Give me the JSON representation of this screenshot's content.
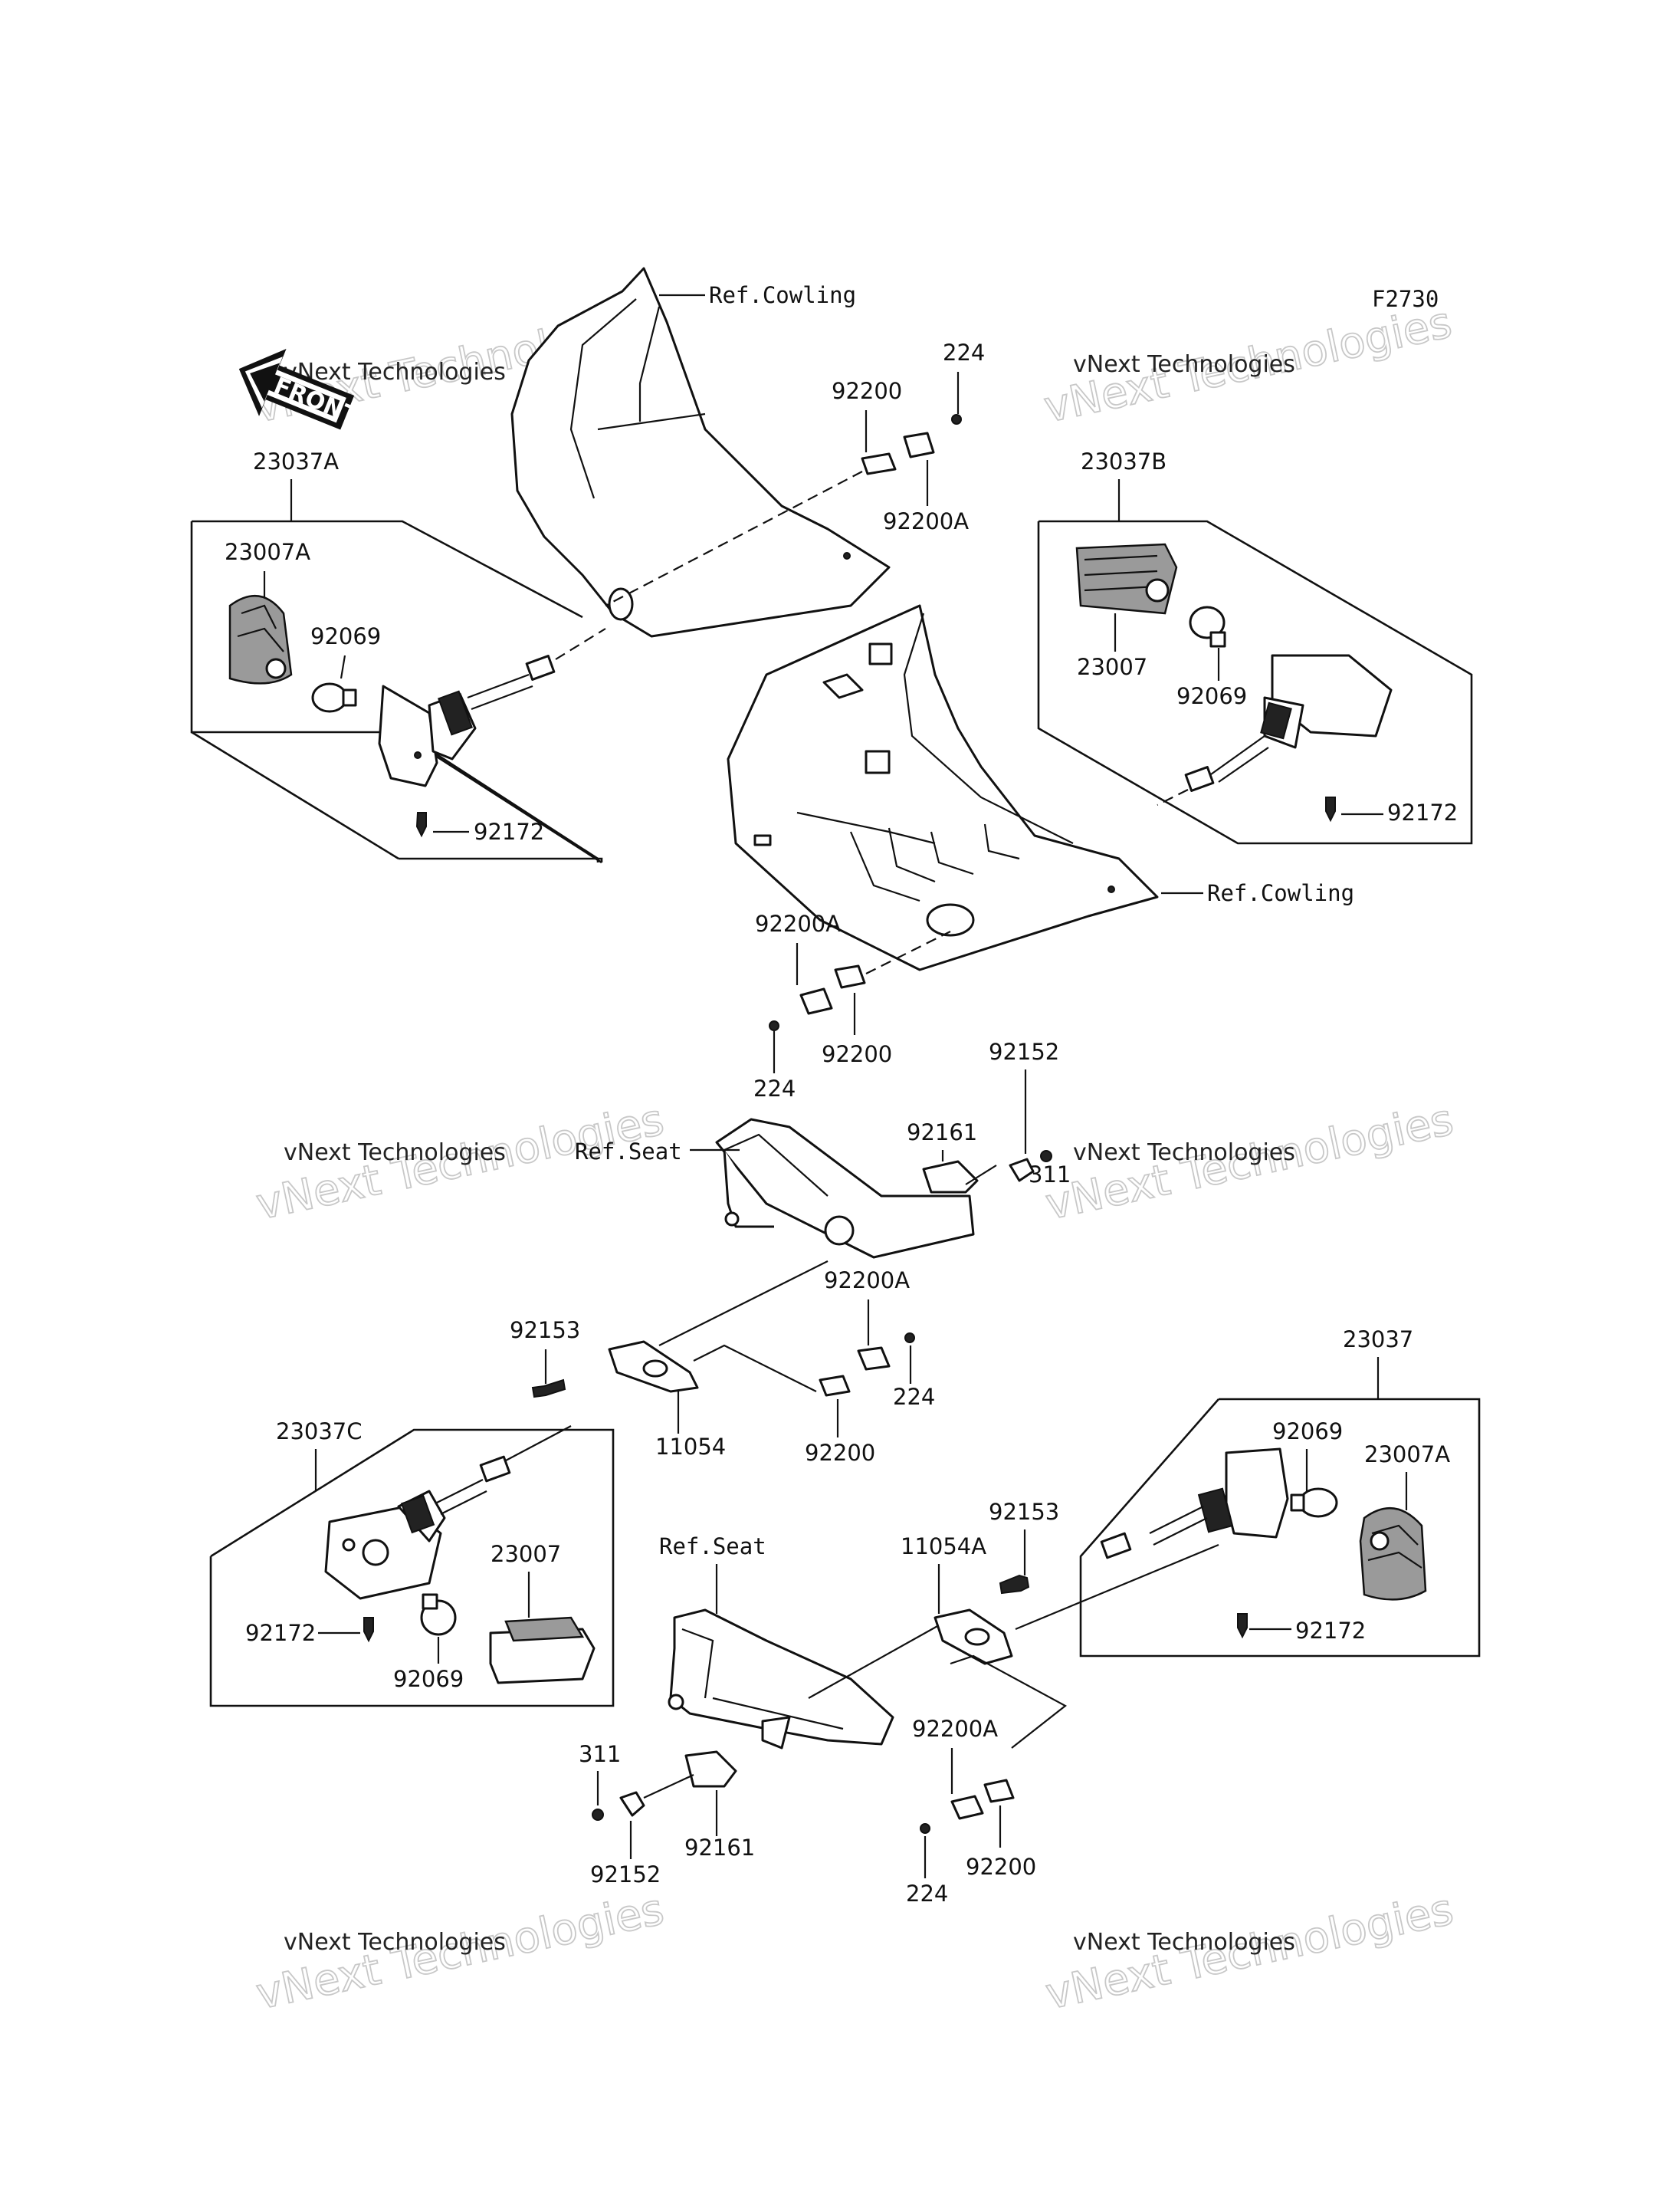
{
  "figure_code": "F2730",
  "refs": {
    "cowling": "Ref.Cowling",
    "seat": "Ref.Seat"
  },
  "front_arrow": "FRONT",
  "watermark": {
    "line1": "vNext Technologies",
    "line2": "vNext Technologies"
  },
  "groups": {
    "front_left": "23037A",
    "front_right": "23037B",
    "rear_left": "23037C",
    "rear_right": "23037"
  },
  "parts": {
    "lens_a": "23007A",
    "lens": "23007",
    "bulb": "92069",
    "screw_92172": "92172",
    "bracket_92200": "92200",
    "bracket_92200a": "92200A",
    "bolt_224": "224",
    "collar_92152": "92152",
    "nut_311": "311",
    "damper_92161": "92161",
    "screw_92153": "92153",
    "bracket_11054": "11054",
    "bracket_11054a": "11054A"
  }
}
